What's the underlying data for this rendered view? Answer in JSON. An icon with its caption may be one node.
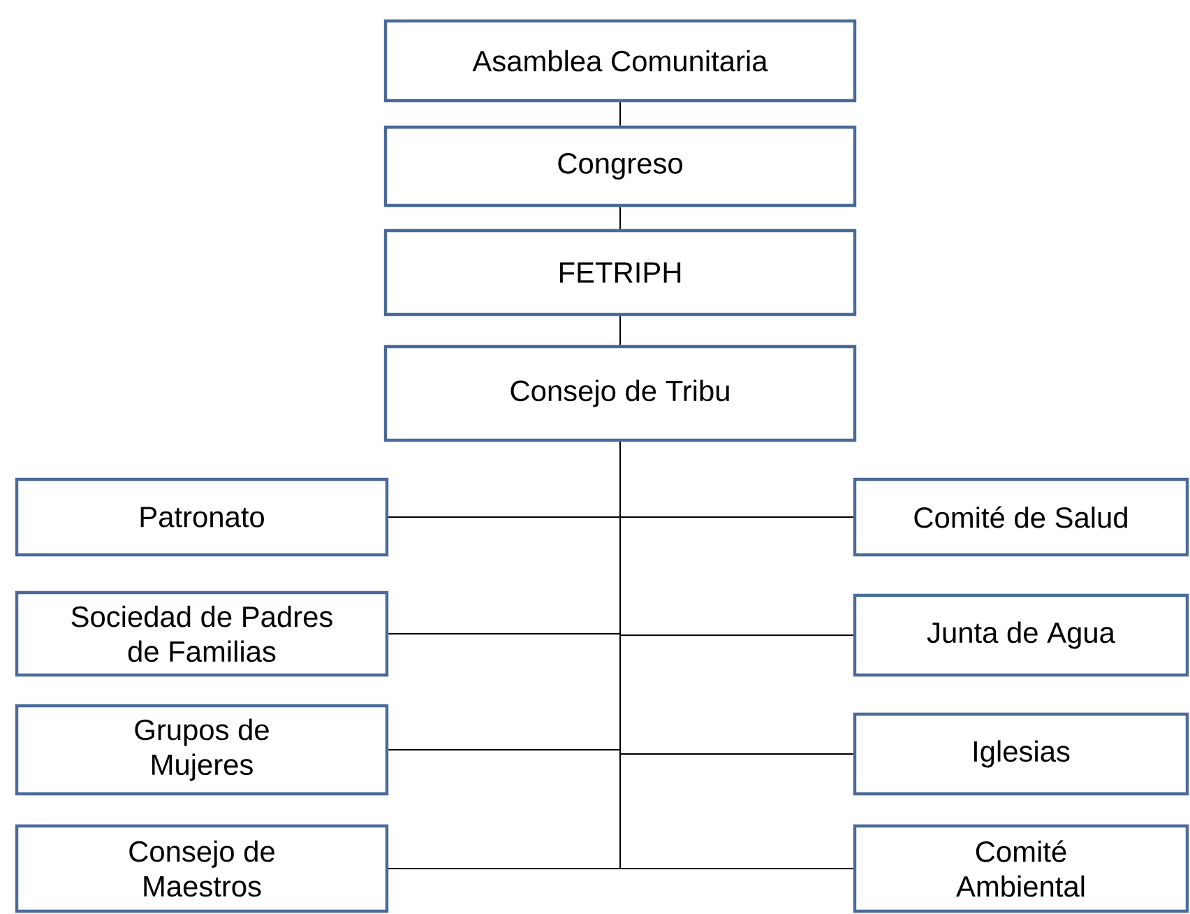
{
  "diagram": {
    "nodes": [
      {
        "text": [
          "Asamblea Comunitaria"
        ]
      },
      {
        "text": [
          "Congreso"
        ]
      },
      {
        "text": [
          "FETRIPH"
        ]
      },
      {
        "text": [
          "Consejo de Tribu"
        ]
      },
      {
        "text": [
          "Patronato"
        ]
      },
      {
        "text": [
          "Comité de Salud"
        ]
      },
      {
        "text": [
          "Sociedad de Padres de Familias"
        ]
      },
      {
        "text": [
          "Junta de Agua"
        ]
      },
      {
        "text": [
          "Grupos de Mujeres"
        ]
      },
      {
        "text": [
          "Iglesias"
        ]
      },
      {
        "text": [
          "Consejo de Maestros"
        ]
      },
      {
        "text": [
          "Comité Ambiental"
        ]
      }
    ],
    "edges": [
      {
        "from": 0,
        "to": 1,
        "arrow": "none"
      },
      {
        "from": 1,
        "to": 2,
        "arrow": "none"
      },
      {
        "from": 2,
        "to": 3,
        "arrow": "none"
      },
      {
        "from": 3,
        "to": 4,
        "arrow": "none"
      },
      {
        "from": 3,
        "to": 5,
        "arrow": "none"
      },
      {
        "from": 3,
        "to": 6,
        "arrow": "none"
      },
      {
        "from": 3,
        "to": 7,
        "arrow": "none"
      },
      {
        "from": 3,
        "to": 8,
        "arrow": "none"
      },
      {
        "from": 3,
        "to": 9,
        "arrow": "none"
      },
      {
        "from": 3,
        "to": 10,
        "arrow": "none"
      },
      {
        "from": 3,
        "to": 11,
        "arrow": "none"
      }
    ]
  }
}
